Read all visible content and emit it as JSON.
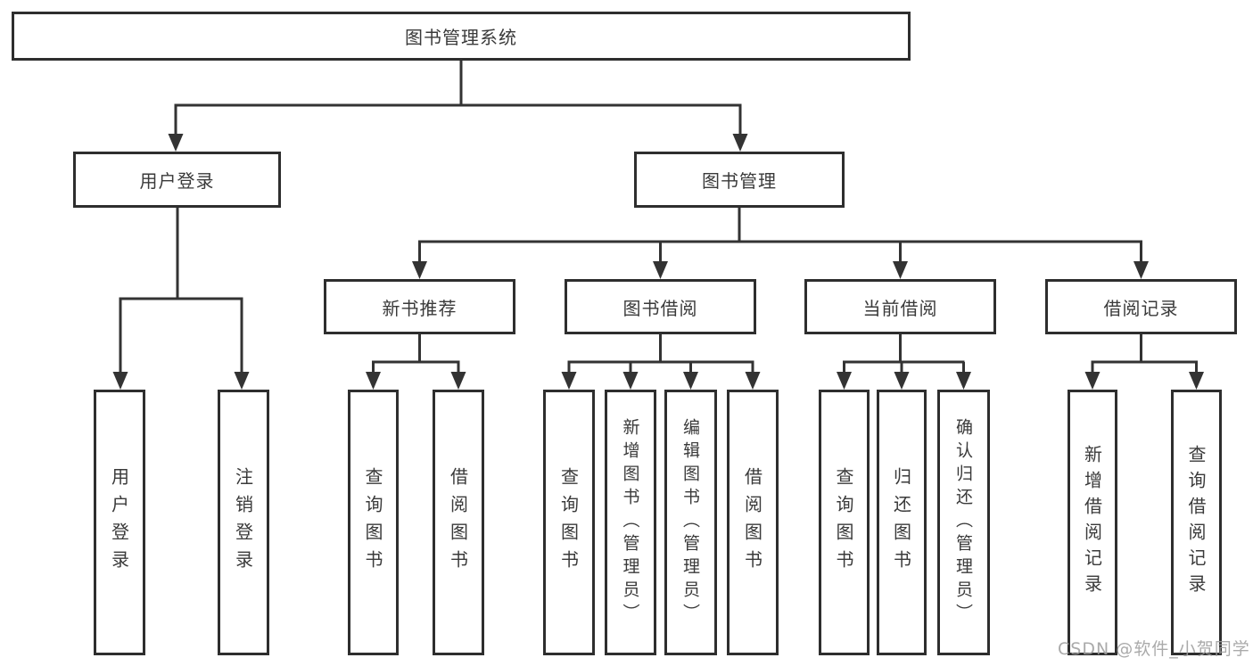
{
  "diagram_title": "图书管理系统",
  "tree": {
    "label": "图书管理系统",
    "children": [
      {
        "label": "用户登录",
        "children": [
          {
            "label": "用户登录"
          },
          {
            "label": "注销登录"
          }
        ]
      },
      {
        "label": "图书管理",
        "children": [
          {
            "label": "新书推荐",
            "children": [
              {
                "label": "查询图书"
              },
              {
                "label": "借阅图书"
              }
            ]
          },
          {
            "label": "图书借阅",
            "children": [
              {
                "label": "查询图书"
              },
              {
                "label": "新增图书（管理员）"
              },
              {
                "label": "编辑图书（管理员）"
              },
              {
                "label": "借阅图书"
              }
            ]
          },
          {
            "label": "当前借阅",
            "children": [
              {
                "label": "查询图书"
              },
              {
                "label": "归还图书"
              },
              {
                "label": "确认归还（管理员）"
              }
            ]
          },
          {
            "label": "借阅记录",
            "children": [
              {
                "label": "新增借阅记录"
              },
              {
                "label": "查询借阅记录"
              }
            ]
          }
        ]
      }
    ]
  },
  "watermark": {
    "text": "CSDN @软件_小贺同学",
    "color": "#9e9e9e"
  },
  "colors": {
    "line": "#333333",
    "box_border": "#2e2e2e",
    "box_fill": "#ffffff",
    "text": "#3a3a3a",
    "background": "#ffffff"
  }
}
